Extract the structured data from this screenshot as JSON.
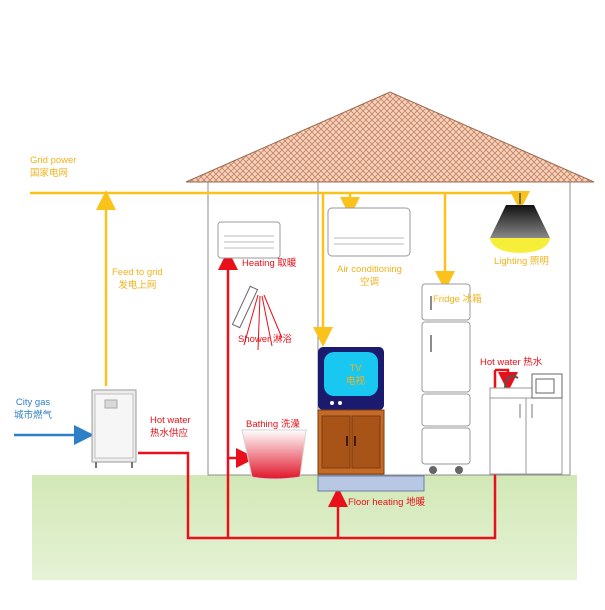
{
  "colors": {
    "power_line": "#fbc21c",
    "hot_water_line": "#e8101a",
    "gas_line": "#2d7fc8",
    "ground": "#d6ebbd",
    "roof": "#e8b79a",
    "tv_screen": "#19c8f0",
    "cabinet": "#c66a28",
    "lamp_light": "#f6ef3a"
  },
  "labels": {
    "grid_power_en": "Grid power",
    "grid_power_zh": "国家电网",
    "feed_to_grid_en": "Feed to grid",
    "feed_to_grid_zh": "发电上网",
    "city_gas_en": "City gas",
    "city_gas_zh": "城市燃气",
    "hot_water_supply_en": "Hot water",
    "hot_water_supply_zh": "热水供应",
    "heating": "Heating 取暖",
    "air_conditioning_en": "Air conditioning",
    "air_conditioning_zh": "空调",
    "lighting": "Lighting 照明",
    "shower": "Shower 淋浴",
    "fridge": "Fridge 冰箱",
    "tv_en": "TV",
    "tv_zh": "电视",
    "hot_water_kitchen": "Hot water 热水",
    "bathing": "Bathing 洗澡",
    "floor_heating": "Floor heating 地暖"
  },
  "icons": {
    "generator": "fuel-cell-unit",
    "radiator": "wall-heater",
    "air_conditioner": "ac-unit",
    "lamp": "ceiling-lamp",
    "shower": "shower-head",
    "bathtub": "bathtub",
    "tv": "television",
    "fridge": "refrigerator",
    "sink": "kitchen-sink",
    "microwave": "microwave"
  }
}
